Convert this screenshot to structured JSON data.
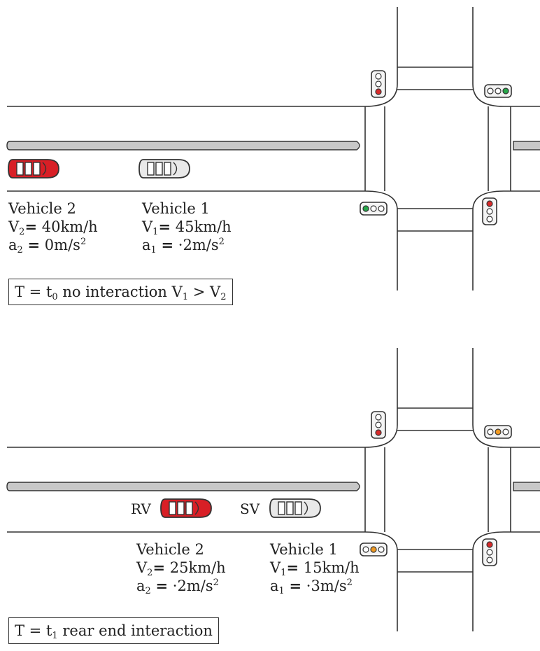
{
  "colors": {
    "line": "#333333",
    "divider": "#c8c8c8",
    "rv_car": "#d81f26",
    "sv_car": "#e9e9e9",
    "red_light": "#d92b2b",
    "green_light": "#27a84a",
    "amber_light": "#f09a22",
    "off_light": "#ffffff"
  },
  "panels": [
    {
      "signals": {
        "left_top": "red",
        "right_top": "green",
        "left_bottom": "green",
        "right_bottom": "red"
      },
      "vehicles": [
        {
          "name": "Vehicle 2",
          "v_sym": "V",
          "v_sub": "2",
          "v_val": "40km/h",
          "a_sym": "a",
          "a_sub": "2",
          "a_val": "0m/s",
          "a_exp": "2",
          "tag": ""
        },
        {
          "name": "Vehicle 1",
          "v_sym": "V",
          "v_sub": "1",
          "v_val": "45km/h",
          "a_sym": "a",
          "a_sub": "1",
          "a_val": "·2m/s",
          "a_exp": "2",
          "tag": ""
        }
      ],
      "caption": {
        "pre": "T = t",
        "sub": "0",
        "mid": " no interaction V",
        "sub2": "1",
        "post": " > V",
        "sub3": "2"
      }
    },
    {
      "signals": {
        "left_top": "red",
        "right_top": "amber",
        "left_bottom": "amber",
        "right_bottom": "red"
      },
      "vehicles": [
        {
          "name": "Vehicle 2",
          "v_sym": "V",
          "v_sub": "2",
          "v_val": "25km/h",
          "a_sym": "a",
          "a_sub": "2",
          "a_val": "·2m/s",
          "a_exp": "2",
          "tag": "RV"
        },
        {
          "name": "Vehicle 1",
          "v_sym": "V",
          "v_sub": "1",
          "v_val": "15km/h",
          "a_sym": "a",
          "a_sub": "1",
          "a_val": "·3m/s",
          "a_exp": "2",
          "tag": "SV"
        }
      ],
      "caption": {
        "pre": "T = t",
        "sub": "1",
        "mid": " rear end  interaction",
        "sub2": "",
        "post": "",
        "sub3": ""
      }
    }
  ]
}
